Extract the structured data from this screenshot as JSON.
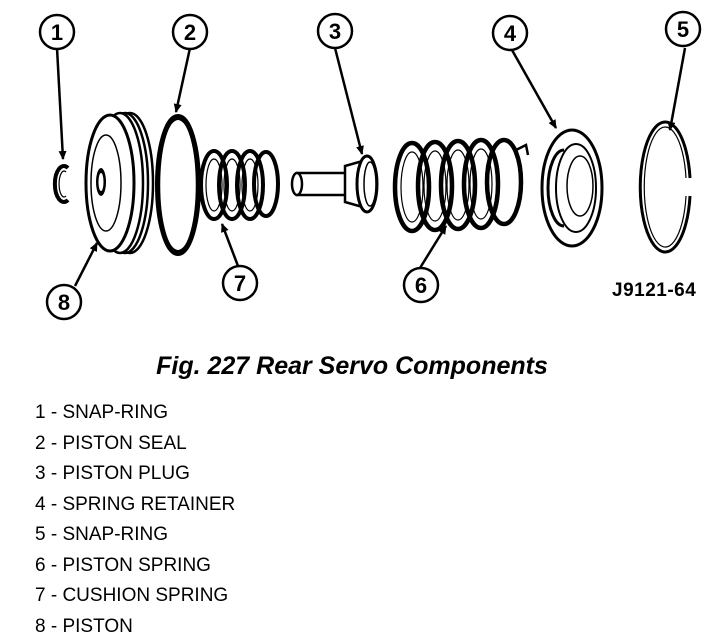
{
  "figure": {
    "code": "J9121-64",
    "caption": "Fig. 227 Rear Servo Components"
  },
  "callouts": [
    {
      "num": "1",
      "part": "snap-ring"
    },
    {
      "num": "2",
      "part": "piston-seal"
    },
    {
      "num": "3",
      "part": "piston-plug"
    },
    {
      "num": "4",
      "part": "spring-retainer"
    },
    {
      "num": "5",
      "part": "snap-ring"
    },
    {
      "num": "6",
      "part": "piston-spring"
    },
    {
      "num": "7",
      "part": "cushion-spring"
    },
    {
      "num": "8",
      "part": "piston"
    }
  ],
  "legend": [
    "1 - SNAP-RING",
    "2 - PISTON SEAL",
    "3 - PISTON PLUG",
    "4 - SPRING RETAINER",
    "5 - SNAP-RING",
    "6 - PISTON SPRING",
    "7 - CUSHION SPRING",
    "8 - PISTON"
  ]
}
